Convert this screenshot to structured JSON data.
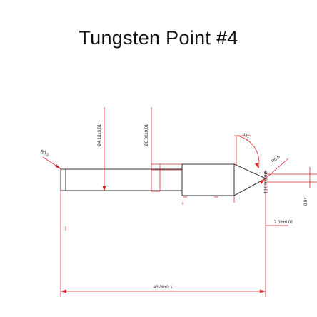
{
  "title": "Tungsten Point #4",
  "colors": {
    "outline": "#333333",
    "dimension": "#d9282f",
    "text": "#111111"
  },
  "dimensions": {
    "dia_small": "Ø4.18±0.01",
    "dia_large": "Ø6.00±0.01",
    "dia_side": "Ø6.00±0.01",
    "angle": "111°",
    "radius_left": "R0.5",
    "radius_tip": "R0.5",
    "tip_length": "0.94",
    "cone_length": "7.08±0.01",
    "total_length": "43.08±0.1"
  }
}
